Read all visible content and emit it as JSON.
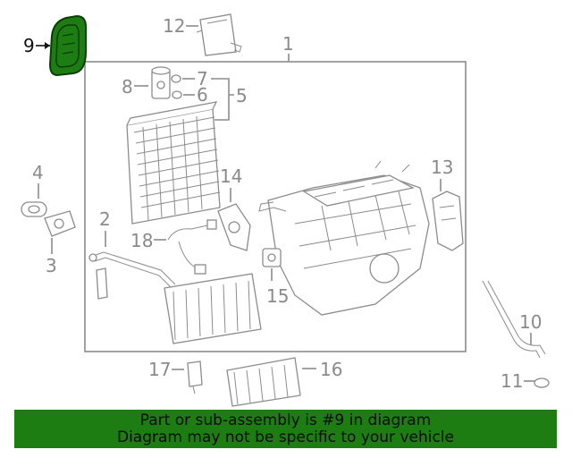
{
  "diagram": {
    "selected_part": "9",
    "callouts": {
      "c1": "1",
      "c2": "2",
      "c3": "3",
      "c4": "4",
      "c5": "5",
      "c6": "6",
      "c7": "7",
      "c8": "8",
      "c9": "9",
      "c10": "10",
      "c11": "11",
      "c12": "12",
      "c13": "13",
      "c14": "14",
      "c15": "15",
      "c16": "16",
      "c17": "17",
      "c18": "18"
    },
    "colors": {
      "highlight": "#1e7d12",
      "line": "#8c8c8c",
      "footer_bg": "#1e7d12"
    }
  },
  "footer": {
    "line1": "Part or sub-assembly is #9 in diagram",
    "line2": "Diagram may not be specific to your vehicle"
  }
}
